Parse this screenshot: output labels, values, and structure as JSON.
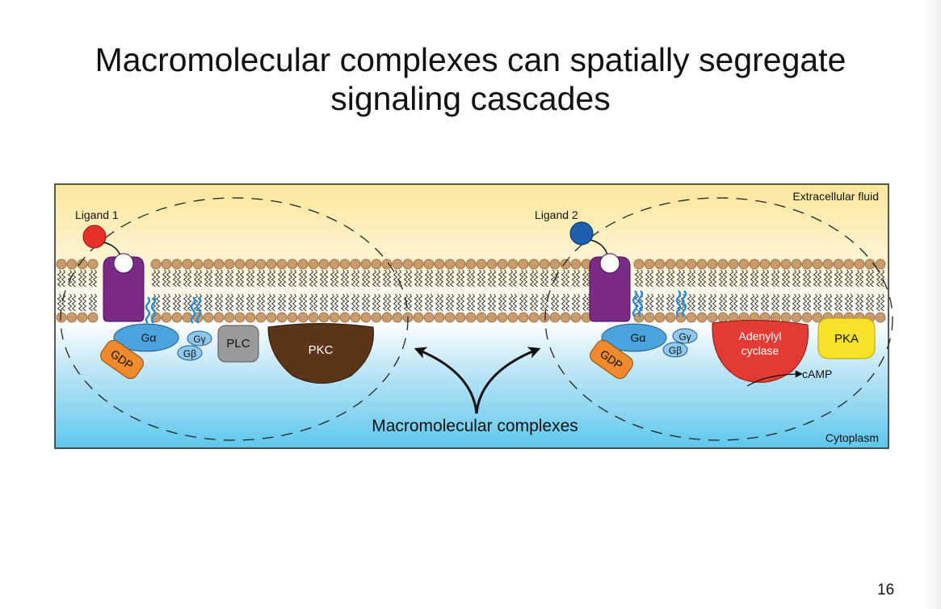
{
  "slide": {
    "title": "Macromolecular complexes can spatially segregate\nsignaling cascades",
    "page_number": "16"
  },
  "figure": {
    "region_labels": {
      "extracellular": "Extracellular fluid",
      "cytoplasm": "Cytoplasm"
    },
    "caption": "Macromolecular complexes",
    "complex_left": {
      "ligand": "Ligand 1",
      "g_alpha": "Gα",
      "g_beta": "Gβ",
      "g_gamma": "Gγ",
      "gdp": "GDP",
      "plc": "PLC",
      "pkc": "PKC"
    },
    "complex_right": {
      "ligand": "Ligand 2",
      "g_alpha": "Gα",
      "g_beta": "Gβ",
      "g_gamma": "Gγ",
      "gdp": "GDP",
      "adenylyl_cyclase": [
        "Adenylyl",
        "cyclase"
      ],
      "pka": "PKA",
      "camp": "cAMP"
    },
    "colors": {
      "ligand1": "#e8302a",
      "ligand2": "#1f5fb0",
      "receptor": "#7b2a86",
      "g_alpha": "#4aa3dd",
      "gdp": "#f08a2c",
      "plc": "#9a9a9a",
      "pkc": "#5a3518",
      "adenylyl_cyclase": "#e23b33",
      "pka": "#f6e22a",
      "lipid_head": "#c99a6a"
    }
  }
}
